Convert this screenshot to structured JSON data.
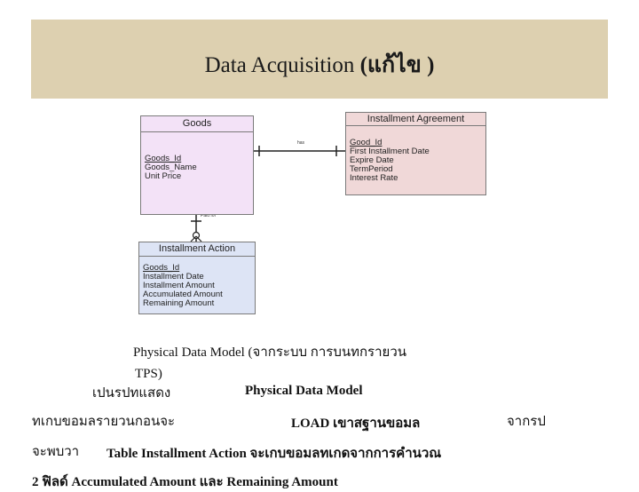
{
  "title": {
    "main": "Data Acquisition",
    "paren": "(แก้ไข )"
  },
  "entities": {
    "goods": {
      "name": "Goods",
      "fields": [
        "Goods_Id",
        "Goods_Name",
        "Unit Price"
      ]
    },
    "installment_agreement": {
      "name": "Installment Agreement",
      "fields": [
        "Good_Id",
        "First Installment Date",
        "Expire Date",
        "TermPeriod",
        "Interest Rate"
      ]
    },
    "installment_action": {
      "name": "Installment Action",
      "fields": [
        "Goods_Id",
        "Installment Date",
        "Installment Amount",
        "Accumulated Amount",
        "Remaining Amount"
      ]
    }
  },
  "relations": {
    "has": "has",
    "paid_for": "Paid for"
  },
  "caption": {
    "line1": "Physical Data Model (จากระบบ การบนทกรายวน",
    "line1b": "TPS)",
    "line2a": "เปนรปทแสดง",
    "line2b": "Physical Data Model",
    "line3a": "ทเกบขอมลรายวนกอนจะ",
    "line3b": "LOAD เขาสฐานขอมล",
    "line3c": "จากรป",
    "line4a": "จะพบวา",
    "line4b": "Table Installment Action จะเกบขอมลทเกดจากการคำนวณ",
    "line5": "2 ฟิลด์ Accumulated Amount และ Remaining Amount"
  }
}
